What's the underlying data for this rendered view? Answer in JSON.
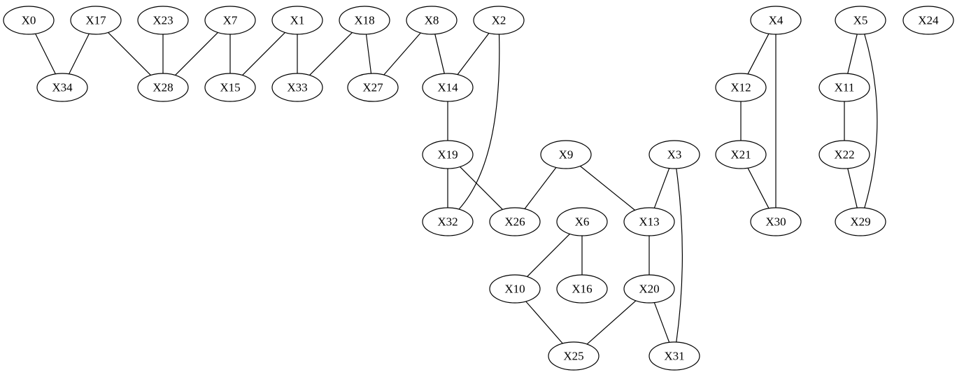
{
  "diagram": {
    "type": "undirected-graph",
    "nodes": [
      {
        "id": "X0",
        "label": "X0"
      },
      {
        "id": "X17",
        "label": "X17"
      },
      {
        "id": "X23",
        "label": "X23"
      },
      {
        "id": "X7",
        "label": "X7"
      },
      {
        "id": "X1",
        "label": "X1"
      },
      {
        "id": "X18",
        "label": "X18"
      },
      {
        "id": "X8",
        "label": "X8"
      },
      {
        "id": "X2",
        "label": "X2"
      },
      {
        "id": "X4",
        "label": "X4"
      },
      {
        "id": "X5",
        "label": "X5"
      },
      {
        "id": "X24",
        "label": "X24"
      },
      {
        "id": "X34",
        "label": "X34"
      },
      {
        "id": "X28",
        "label": "X28"
      },
      {
        "id": "X15",
        "label": "X15"
      },
      {
        "id": "X33",
        "label": "X33"
      },
      {
        "id": "X27",
        "label": "X27"
      },
      {
        "id": "X14",
        "label": "X14"
      },
      {
        "id": "X12",
        "label": "X12"
      },
      {
        "id": "X11",
        "label": "X11"
      },
      {
        "id": "X19",
        "label": "X19"
      },
      {
        "id": "X9",
        "label": "X9"
      },
      {
        "id": "X3",
        "label": "X3"
      },
      {
        "id": "X21",
        "label": "X21"
      },
      {
        "id": "X22",
        "label": "X22"
      },
      {
        "id": "X32",
        "label": "X32"
      },
      {
        "id": "X26",
        "label": "X26"
      },
      {
        "id": "X6",
        "label": "X6"
      },
      {
        "id": "X13",
        "label": "X13"
      },
      {
        "id": "X30",
        "label": "X30"
      },
      {
        "id": "X29",
        "label": "X29"
      },
      {
        "id": "X10",
        "label": "X10"
      },
      {
        "id": "X16",
        "label": "X16"
      },
      {
        "id": "X20",
        "label": "X20"
      },
      {
        "id": "X25",
        "label": "X25"
      },
      {
        "id": "X31",
        "label": "X31"
      }
    ],
    "edges": [
      [
        "X0",
        "X34"
      ],
      [
        "X17",
        "X34"
      ],
      [
        "X17",
        "X28"
      ],
      [
        "X23",
        "X28"
      ],
      [
        "X7",
        "X28"
      ],
      [
        "X7",
        "X15"
      ],
      [
        "X1",
        "X15"
      ],
      [
        "X1",
        "X33"
      ],
      [
        "X18",
        "X33"
      ],
      [
        "X18",
        "X27"
      ],
      [
        "X8",
        "X27"
      ],
      [
        "X8",
        "X14"
      ],
      [
        "X2",
        "X14"
      ],
      [
        "X2",
        "X32"
      ],
      [
        "X14",
        "X19"
      ],
      [
        "X19",
        "X32"
      ],
      [
        "X19",
        "X26"
      ],
      [
        "X9",
        "X26"
      ],
      [
        "X9",
        "X13"
      ],
      [
        "X3",
        "X13"
      ],
      [
        "X3",
        "X31"
      ],
      [
        "X13",
        "X20"
      ],
      [
        "X20",
        "X25"
      ],
      [
        "X20",
        "X31"
      ],
      [
        "X6",
        "X10"
      ],
      [
        "X6",
        "X16"
      ],
      [
        "X10",
        "X25"
      ],
      [
        "X4",
        "X12"
      ],
      [
        "X4",
        "X30"
      ],
      [
        "X12",
        "X21"
      ],
      [
        "X21",
        "X30"
      ],
      [
        "X5",
        "X11"
      ],
      [
        "X5",
        "X29"
      ],
      [
        "X11",
        "X22"
      ],
      [
        "X22",
        "X29"
      ]
    ]
  }
}
